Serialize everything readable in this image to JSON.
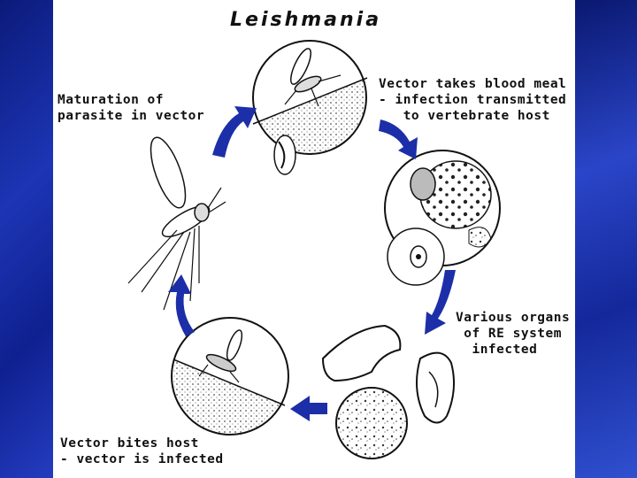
{
  "title": "Leishmania",
  "labels": {
    "maturation": "Maturation of\nparasite in vector",
    "blood_meal": "Vector takes blood meal\n- infection transmitted\n   to vertebrate host",
    "organs": "Various organs\n of RE system\n  infected",
    "bites": "Vector bites host\n- vector is infected"
  },
  "colors": {
    "background": "#1a2a8c",
    "arrow": "#1c2fa8",
    "panel": "#ffffff"
  }
}
